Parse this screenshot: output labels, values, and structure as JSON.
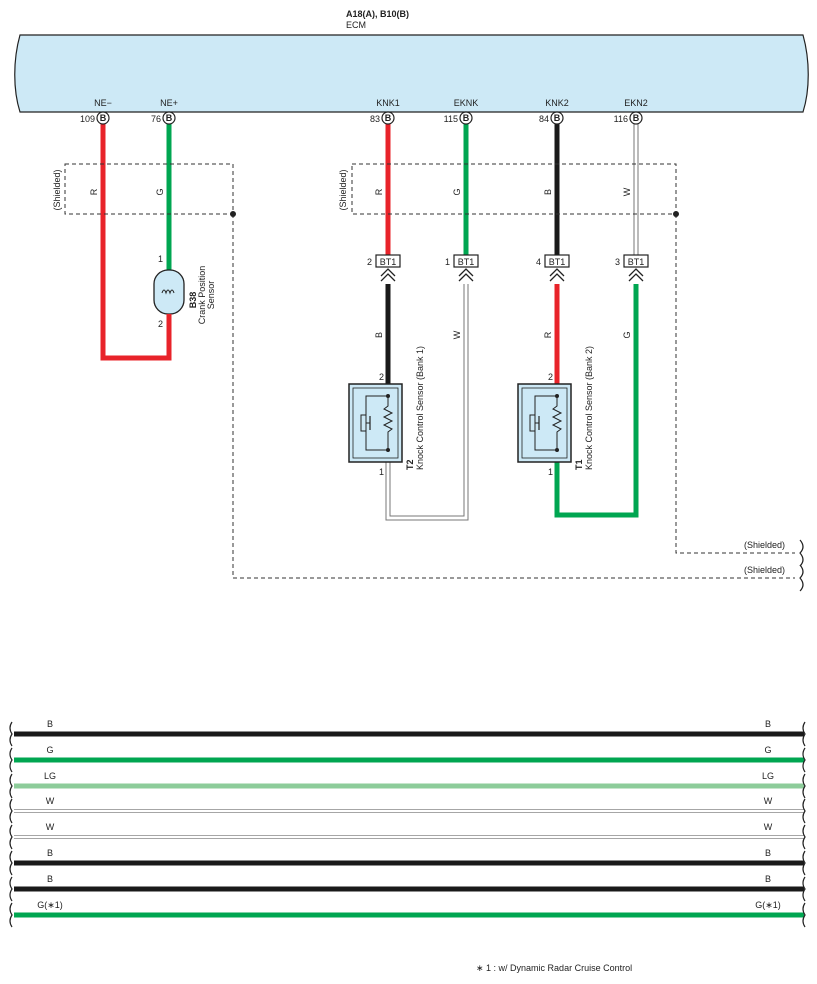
{
  "ecm": {
    "connector_ids": "A18(A), B10(B)",
    "name": "ECM"
  },
  "terminals": [
    {
      "id": "ne-minus",
      "name": "NE−",
      "pin": "109",
      "connector": "B",
      "wire_color": "R",
      "wire_hex": "#e8232a"
    },
    {
      "id": "ne-plus",
      "name": "NE+",
      "pin": "76",
      "connector": "B",
      "wire_color": "G",
      "wire_hex": "#00a651"
    },
    {
      "id": "knk1",
      "name": "KNK1",
      "pin": "83",
      "connector": "B",
      "wire_color": "R",
      "wire_hex": "#e8232a"
    },
    {
      "id": "eknk",
      "name": "EKNK",
      "pin": "115",
      "connector": "B",
      "wire_color": "G",
      "wire_hex": "#00a651"
    },
    {
      "id": "knk2",
      "name": "KNK2",
      "pin": "84",
      "connector": "B",
      "wire_color": "B",
      "wire_hex": "#1a1a1a"
    },
    {
      "id": "ekn2",
      "name": "EKN2",
      "pin": "116",
      "connector": "B",
      "wire_color": "W",
      "wire_hex": "#ffffff"
    }
  ],
  "shield_label": "(Shielded)",
  "bt1": {
    "name": "BT1",
    "pins": [
      {
        "pin": "2",
        "below_color": "B",
        "below_hex": "#1a1a1a"
      },
      {
        "pin": "1",
        "below_color": "W",
        "below_hex": "#ffffff"
      },
      {
        "pin": "4",
        "below_color": "R",
        "below_hex": "#e8232a"
      },
      {
        "pin": "3",
        "below_color": "G",
        "below_hex": "#00a651"
      }
    ]
  },
  "crank_sensor": {
    "code": "B38",
    "name_line1": "Crank Position",
    "name_line2": "Sensor",
    "pin_top": "1",
    "pin_bottom": "2"
  },
  "knock_bank1": {
    "code": "T2",
    "name": "Knock Control Sensor (Bank 1)",
    "pin_top": "2",
    "pin_bottom": "1"
  },
  "knock_bank2": {
    "code": "T1",
    "name": "Knock Control Sensor (Bank 2)",
    "pin_top": "2",
    "pin_bottom": "1"
  },
  "right_shield_labels": [
    "(Shielded)",
    "(Shielded)"
  ],
  "harness_wires": [
    {
      "color": "B",
      "hex": "#1a1a1a",
      "heavy": true
    },
    {
      "color": "G",
      "hex": "#00a651",
      "heavy": true
    },
    {
      "color": "LG",
      "hex": "#8dcc9a",
      "heavy": true
    },
    {
      "color": "W",
      "hex": "#ffffff",
      "heavy": false
    },
    {
      "color": "W",
      "hex": "#ffffff",
      "heavy": false
    },
    {
      "color": "B",
      "hex": "#1a1a1a",
      "heavy": true
    },
    {
      "color": "B",
      "hex": "#1a1a1a",
      "heavy": true
    },
    {
      "color": "G(∗1)",
      "hex": "#00a651",
      "heavy": true
    }
  ],
  "footnote": "∗ 1 : w/ Dynamic Radar Cruise Control",
  "colors": {
    "ecm_fill": "#cde9f6",
    "sensor_fill": "#cde9f6",
    "red": "#e8232a",
    "green": "#00a651",
    "black": "#1a1a1a",
    "light_green": "#8dcc9a"
  }
}
